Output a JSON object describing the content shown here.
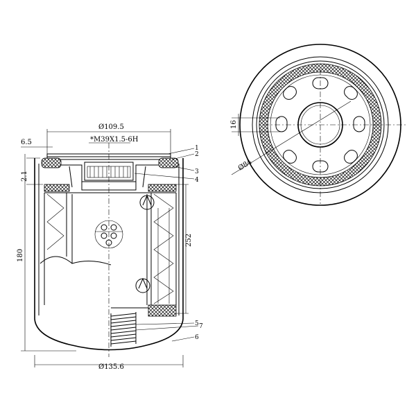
{
  "dimensions": {
    "d_top": "Ø109.5",
    "thread": "*M39X1.5-6H",
    "w_6_5": "6.5",
    "h_2_1": "2.1",
    "h_180": "180",
    "h_252": "252",
    "d_bottom": "Ø135.6",
    "h_16": "16",
    "d_84": "Ø84"
  },
  "callouts": [
    "1",
    "2",
    "3",
    "4",
    "5",
    "7",
    "6"
  ]
}
